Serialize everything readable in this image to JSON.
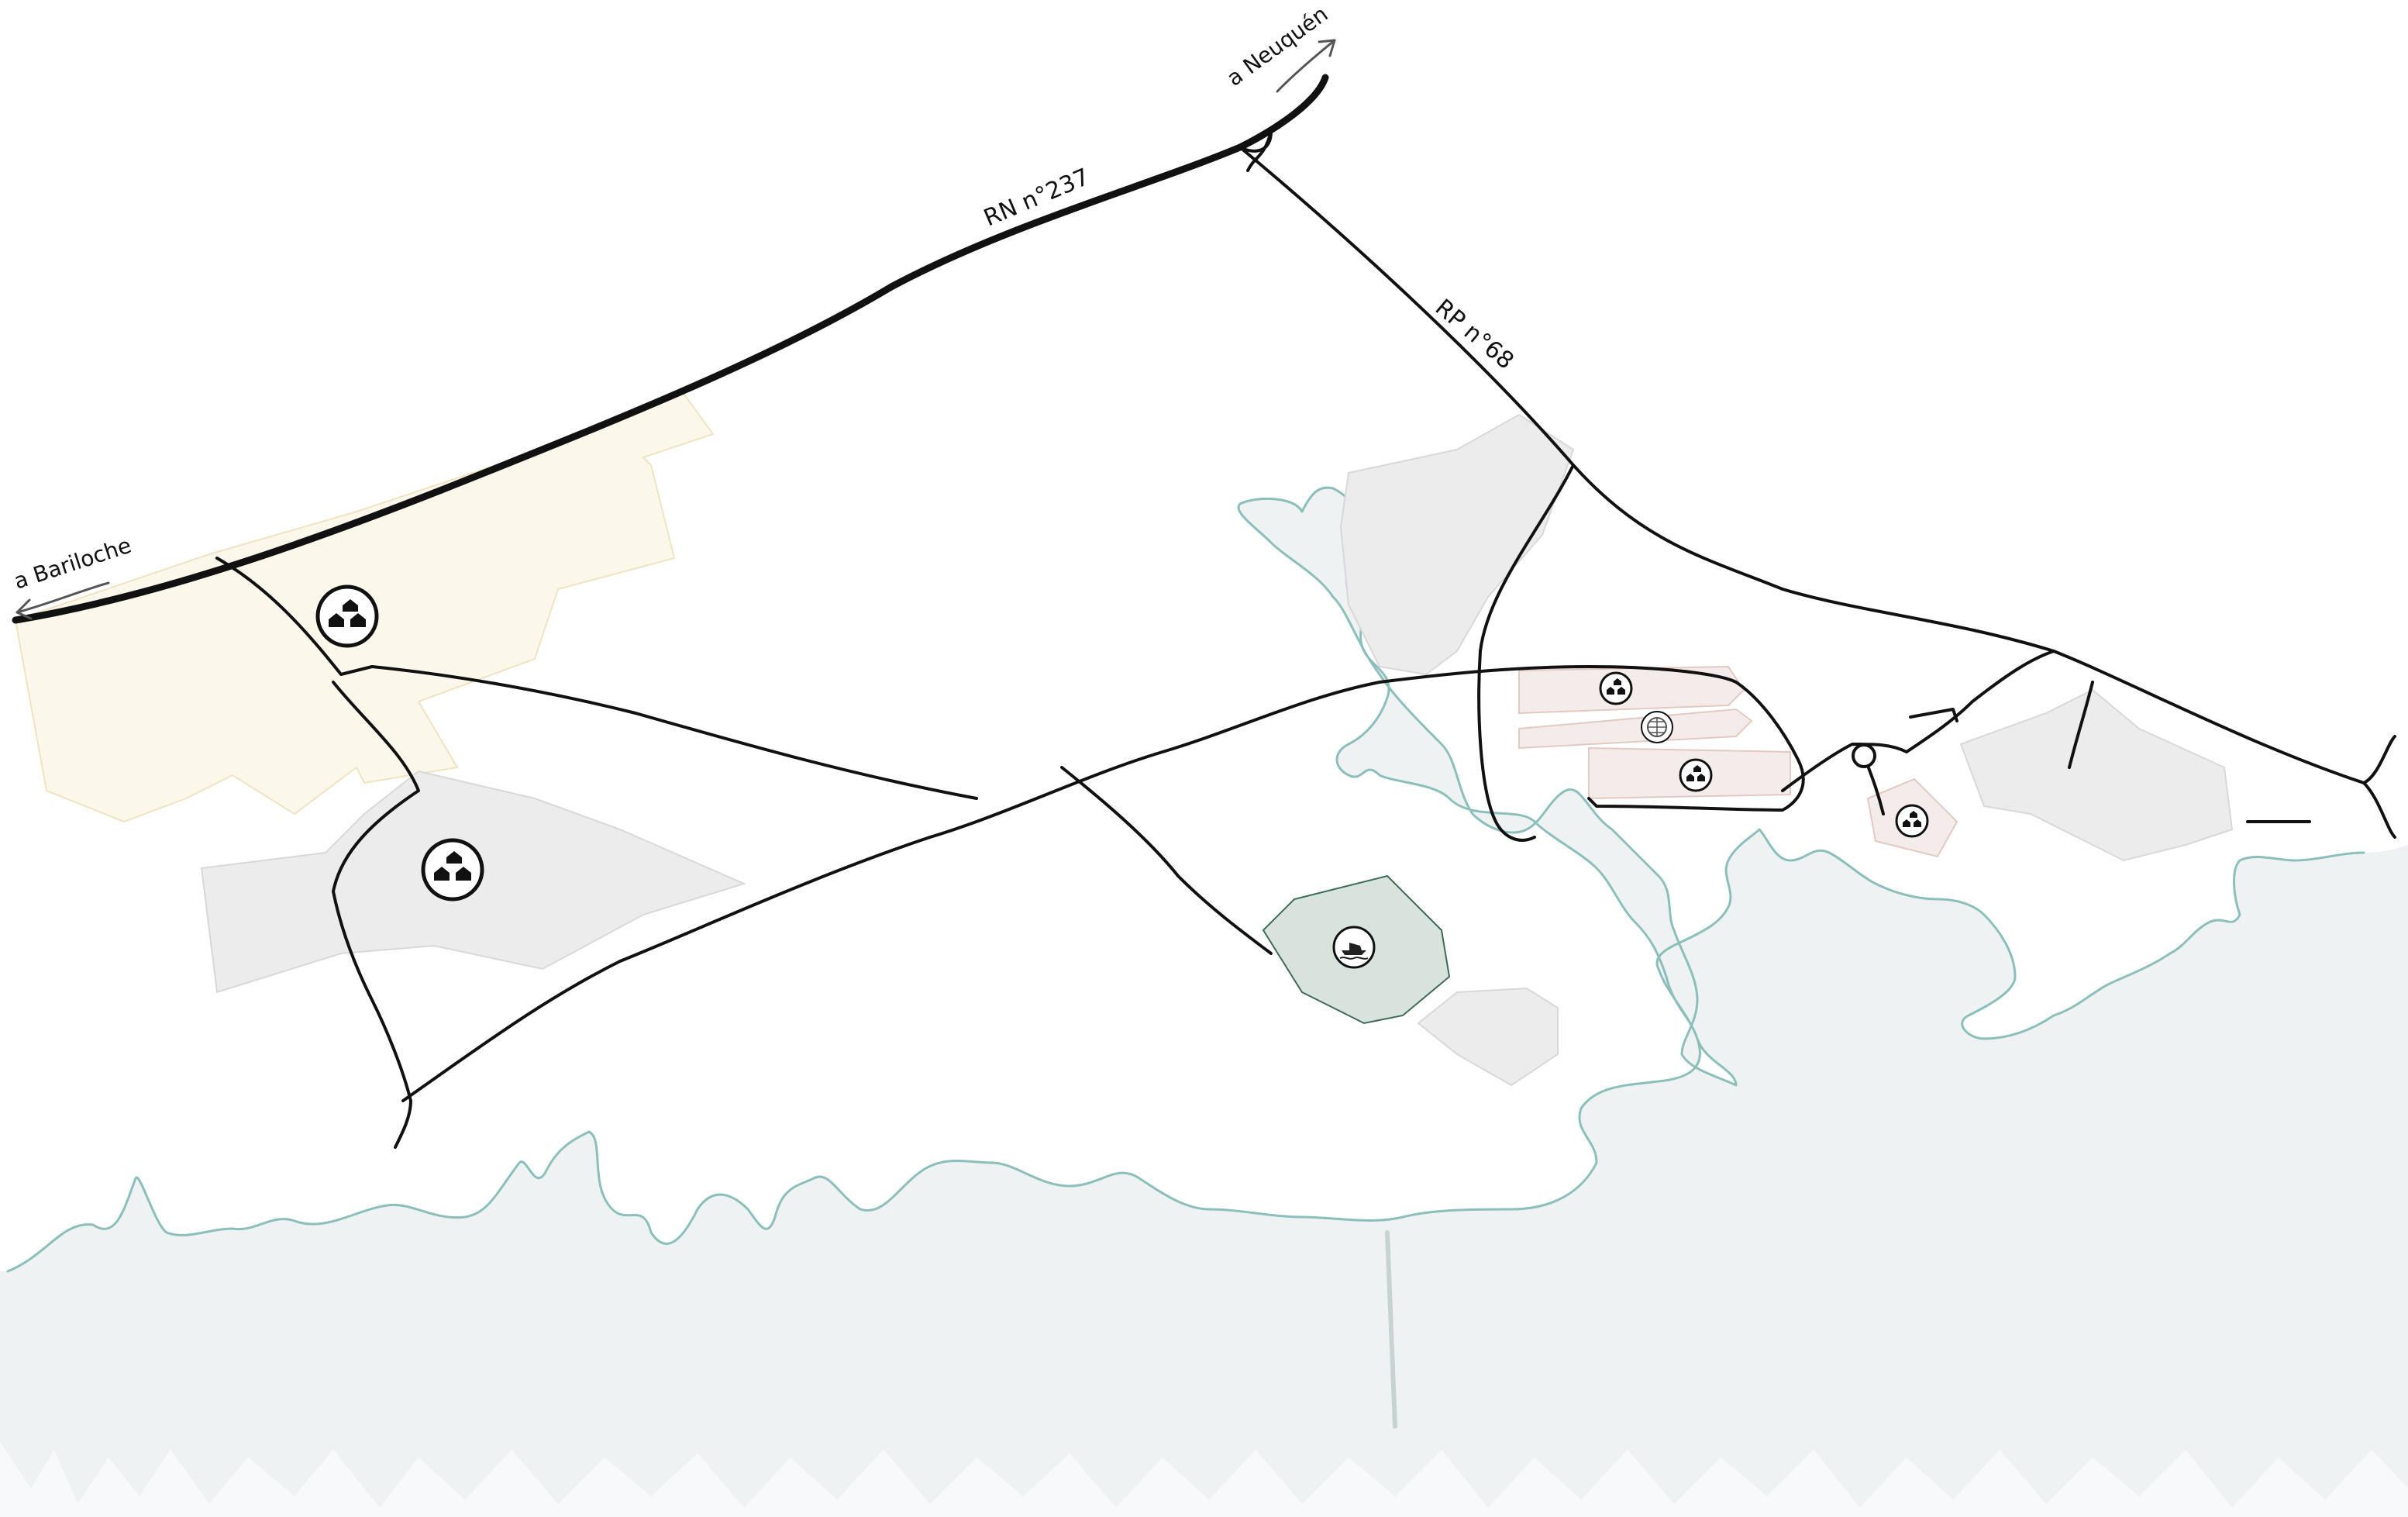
{
  "labels": {
    "road_national": "RN n°237",
    "road_provincial": "RP n°68",
    "dir_bariloche": "a Bariloche",
    "dir_neuquen": "a Neuquén"
  },
  "colors": {
    "water": "#eef2f3",
    "coastline": "#8dbfba",
    "road": "#111111",
    "zone_residential_yellow": "#fbf7ea",
    "zone_residential_yellow_edge": "#efe3c2",
    "zone_gray": "#ececec",
    "zone_gray_edge": "#d8d8d8",
    "zone_pink": "#f4ecea",
    "zone_pink_edge": "#e2c9c2",
    "zone_green": "#d9e3dd",
    "zone_green_edge": "#3f6a55"
  },
  "icons": [
    "houses-icon",
    "houses-icon",
    "houses-icon",
    "globe-icon",
    "houses-icon",
    "houses-icon",
    "boat-icon"
  ]
}
